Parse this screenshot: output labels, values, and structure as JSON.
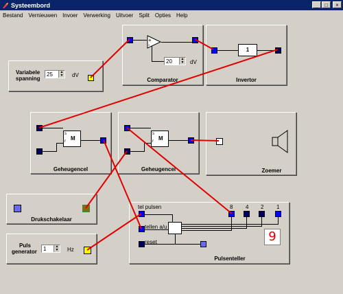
{
  "window": {
    "title": "Systeembord",
    "minimize": "_",
    "maximize": "□",
    "close": "×"
  },
  "menu": [
    "Bestand",
    "Vernieuwen",
    "Invoer",
    "Verwerking",
    "Uitvoer",
    "Split",
    "Opties",
    "Help"
  ],
  "variabele": {
    "label_line1": "Variabele",
    "label_line2": "spanning",
    "value": "25",
    "unit": "dV"
  },
  "comparator": {
    "title": "Comparator",
    "value": "20",
    "unit": "dV",
    "plus": "+",
    "minus": "-"
  },
  "invertor": {
    "title": "Invertor",
    "symbol": "1"
  },
  "geheugencel1": {
    "title": "Geheugencel",
    "s": "s",
    "r": "r",
    "m": "M"
  },
  "geheugencel2": {
    "title": "Geheugencel",
    "s": "s",
    "r": "r",
    "m": "M"
  },
  "zoemer": {
    "title": "Zoemer"
  },
  "drukschakelaar": {
    "title": "Drukschakelaar"
  },
  "puls": {
    "label_line1": "Puls",
    "label_line2": "generator",
    "value": "1",
    "unit": "Hz"
  },
  "pulsenteller": {
    "title": "Pulsenteller",
    "tel_pulsen": "tel pulsen",
    "tellen": "tellen a/u",
    "reset": "reset",
    "bits": [
      "8",
      "4",
      "2",
      "1"
    ],
    "display": "9"
  },
  "colors": {
    "wire": "#e00000",
    "titlebar": "#0a246a",
    "panel": "#d4d0c8"
  }
}
